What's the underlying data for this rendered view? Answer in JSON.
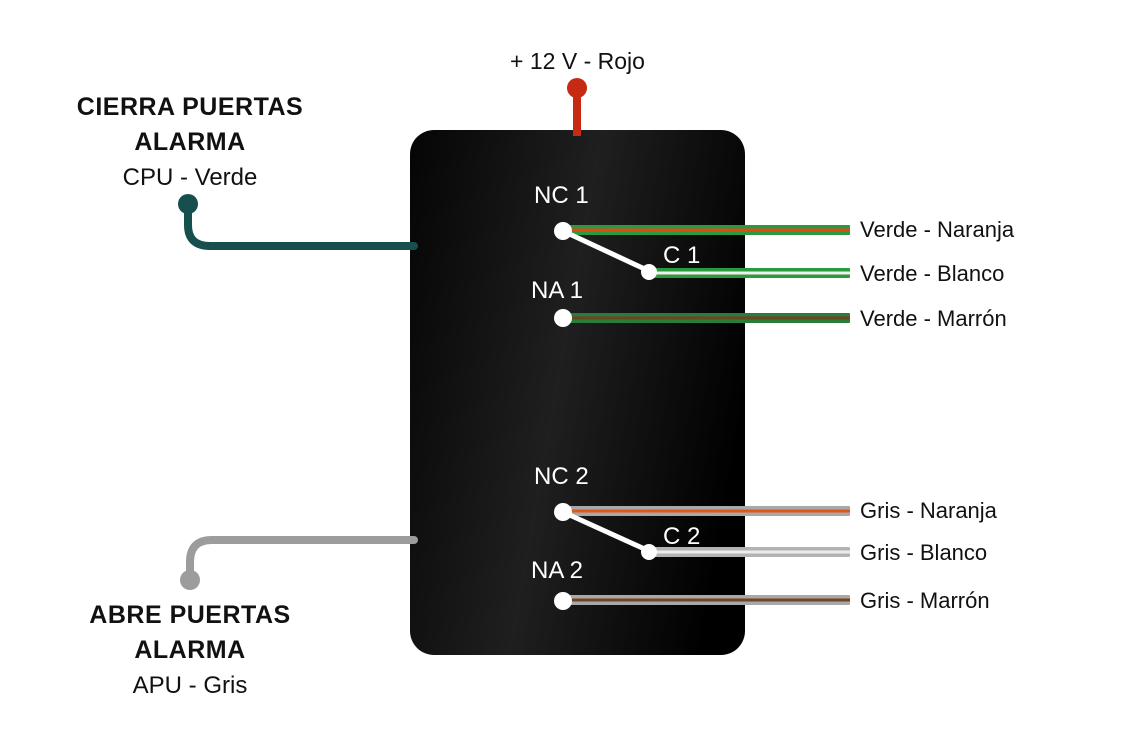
{
  "power": {
    "label": "+ 12 V - Rojo",
    "wire_color": "#c62a12"
  },
  "cpu": {
    "line1": "CIERRA PUERTAS",
    "line2": "ALARMA",
    "line3": "CPU - Verde",
    "wire_color": "#174e4e"
  },
  "apu": {
    "line1": "ABRE PUERTAS",
    "line2": "ALARMA",
    "line3": "APU - Gris",
    "wire_color": "#9c9c9c"
  },
  "relay": {
    "switch1": {
      "nc": "NC 1",
      "c": "C 1",
      "na": "NA 1"
    },
    "switch2": {
      "nc": "NC 2",
      "c": "C 2",
      "na": "NA 2"
    }
  },
  "wires": [
    {
      "label": "Verde - Naranja",
      "stripes": [
        "#2a9a3d",
        "#dd4b1d",
        "#2a9a3d"
      ]
    },
    {
      "label": "Verde - Blanco",
      "stripes": [
        "#2a9a3d",
        "#f0f0f0",
        "#2a9a3d"
      ]
    },
    {
      "label": "Verde - Marrón",
      "stripes": [
        "#2a7d38",
        "#6e4423",
        "#2a7d38"
      ]
    },
    {
      "label": "Gris - Naranja",
      "stripes": [
        "#a8a8a8",
        "#e0561f",
        "#a8a8a8"
      ]
    },
    {
      "label": "Gris - Blanco",
      "stripes": [
        "#b3b3b3",
        "#ececec",
        "#b3b3b3"
      ]
    },
    {
      "label": "Gris - Marrón",
      "stripes": [
        "#a8a8a8",
        "#74431f",
        "#a8a8a8"
      ]
    }
  ],
  "colors": {
    "box": "#000000",
    "contact_dot": "#ffffff",
    "switch_blade": "#ffffff"
  }
}
